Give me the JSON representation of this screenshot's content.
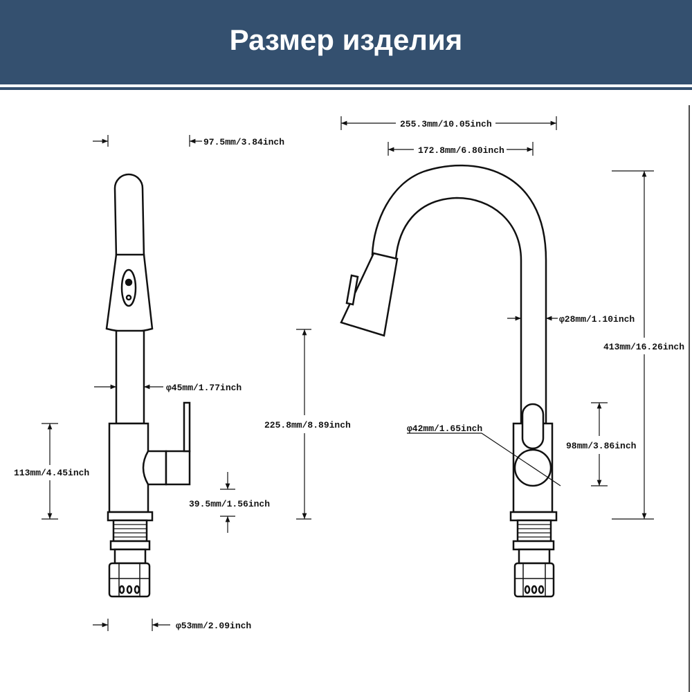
{
  "header": {
    "title": "Размер изделия"
  },
  "dimensions": {
    "handle_width": "97.5mm/3.84inch",
    "body_diameter": "φ45mm/1.77inch",
    "body_height": "113mm/4.45inch",
    "base_height": "39.5mm/1.56inch",
    "spout_height": "225.8mm/8.89inch",
    "base_diameter": "φ53mm/2.09inch",
    "spout_reach": "255.3mm/10.05inch",
    "head_reach": "172.8mm/6.80inch",
    "tube_diameter": "φ28mm/1.10inch",
    "total_height": "413mm/16.26inch",
    "lever_diameter": "φ42mm/1.65inch",
    "lever_height": "98mm/3.86inch"
  },
  "colors": {
    "banner": "#34506f",
    "line": "#111111",
    "fill": "#ffffff"
  }
}
